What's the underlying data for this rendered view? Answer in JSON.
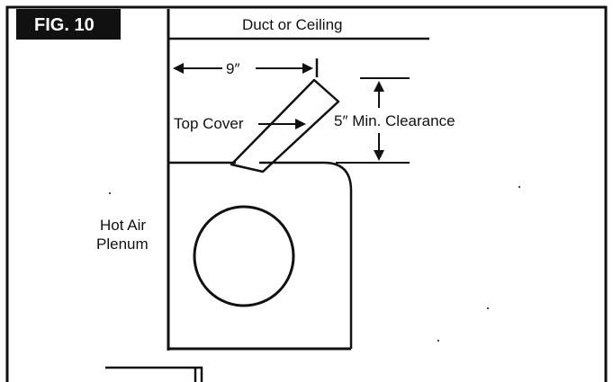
{
  "figure": {
    "label": "FIG. 10"
  },
  "labels": {
    "duct_ceiling": "Duct or Ceiling",
    "dimension_9": "9″",
    "top_cover": "Top Cover",
    "clearance": "5″ Min. Clearance",
    "hot_air_line1": "Hot Air",
    "hot_air_line2": "Plenum"
  },
  "colors": {
    "ink": "#111111",
    "background": "#ffffff"
  }
}
